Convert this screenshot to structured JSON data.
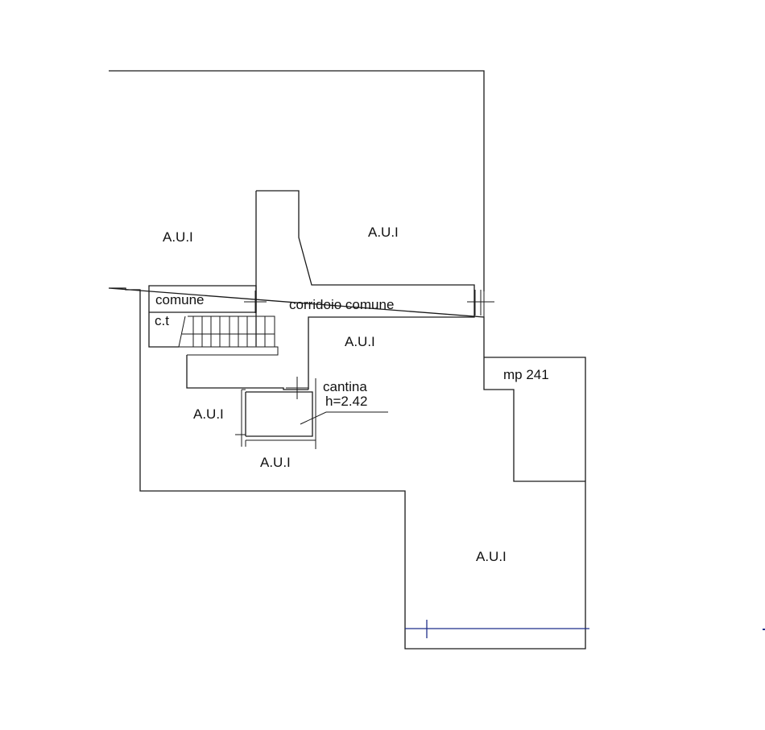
{
  "labels": {
    "aui_top_left": "A.U.I",
    "aui_top_right": "A.U.I",
    "aui_center": "A.U.I",
    "aui_left": "A.U.I",
    "aui_bottom_mid": "A.U.I",
    "aui_bottom_right": "A.U.I",
    "comune": "comune",
    "ct": "c.t",
    "corridoio": "corridoio comune",
    "cantina": "cantina",
    "cantina_height": "h=2.42",
    "mp": "mp 241"
  },
  "colors": {
    "walls": "#1a1a1a",
    "dimension_line": "#1f2f8a",
    "background": "#ffffff"
  }
}
